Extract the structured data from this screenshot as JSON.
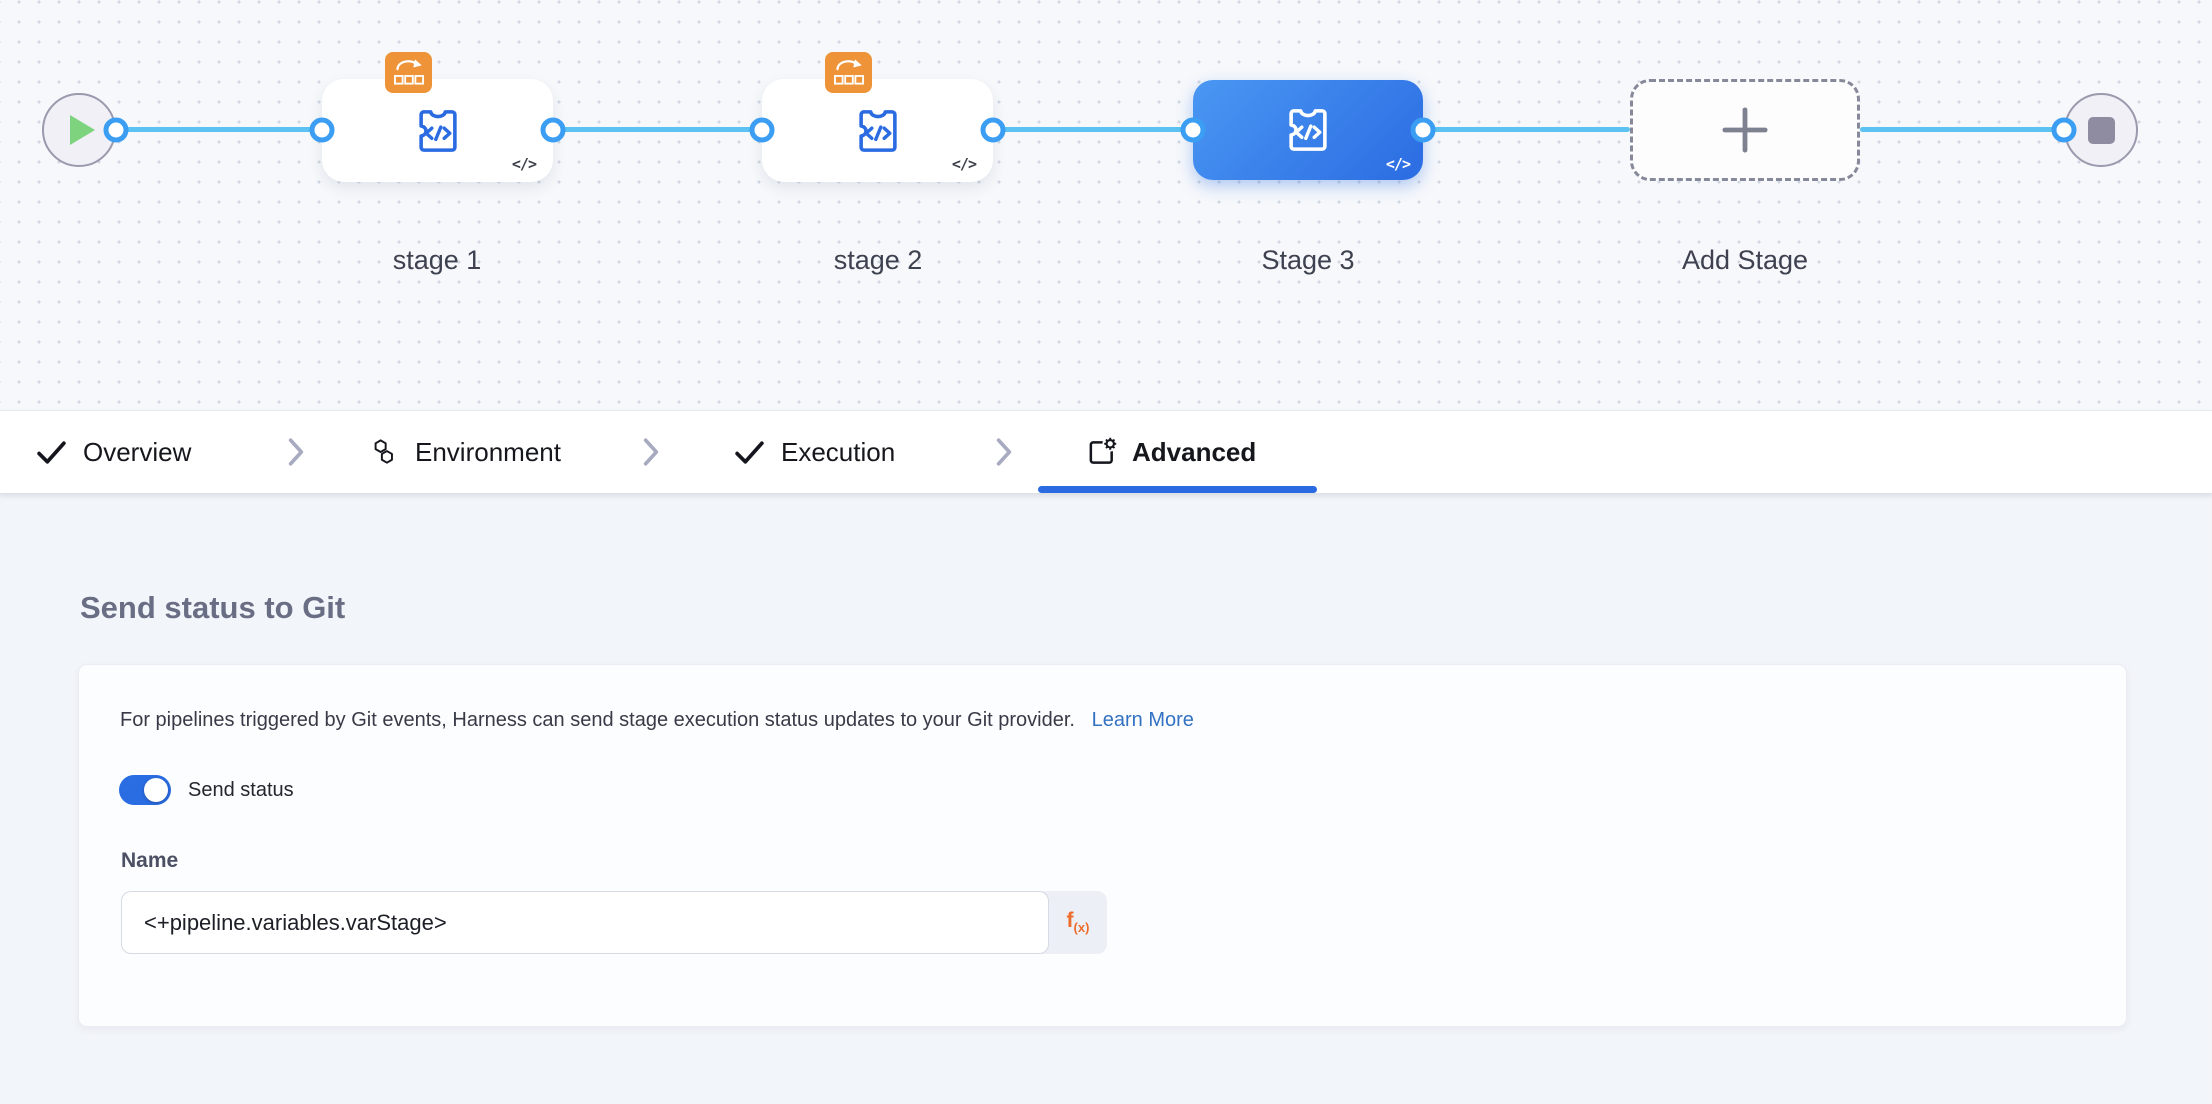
{
  "pipeline": {
    "code_glyph": "</>",
    "stages": [
      {
        "label": "stage 1",
        "kind": "custom",
        "has_badge": true,
        "selected": false
      },
      {
        "label": "stage 2",
        "kind": "custom",
        "has_badge": true,
        "selected": false
      },
      {
        "label": "Stage 3",
        "kind": "custom",
        "has_badge": false,
        "selected": true
      },
      {
        "label": "Add Stage",
        "kind": "add-button"
      }
    ]
  },
  "tabs": {
    "items": [
      {
        "label": "Overview",
        "icon": "check-icon",
        "state": "complete"
      },
      {
        "label": "Environment",
        "icon": "environment-icon",
        "state": "default"
      },
      {
        "label": "Execution",
        "icon": "check-icon",
        "state": "complete"
      },
      {
        "label": "Advanced",
        "icon": "advanced-gear-icon",
        "state": "active"
      }
    ]
  },
  "panel": {
    "heading": "Send status to Git",
    "description": "For pipelines triggered by Git events, Harness can send stage execution status updates to your Git provider.",
    "learn_more_label": "Learn More",
    "toggle": {
      "label": "Send status",
      "on": true
    },
    "name": {
      "label": "Name",
      "value": "<+pipeline.variables.varStage>"
    },
    "fx": {
      "base": "f",
      "sub": "(x)"
    }
  },
  "icons": {
    "play": "triangle-right",
    "stop": "square",
    "plus": "+",
    "check": "checkmark",
    "chevron_separator": ">",
    "environment": "two-hexagons",
    "advanced": "panel-with-gear",
    "stage_type": "puzzle-code-tee",
    "badge": "rollback-arrow-over-squares",
    "expression": "f(x)"
  },
  "colors": {
    "accent_blue": "#2a6be2",
    "connector_line": "#5bc2f1",
    "port_ring": "#3b9ef3",
    "selected_gradient_start": "#4a97f3",
    "selected_gradient_end": "#2b6ce2",
    "badge_orange": "#ee9338",
    "expression_orange": "#ed6c2c",
    "link_blue": "#3371c3",
    "play_green": "#7ed47e",
    "canvas_bg": "#f6f8fb",
    "content_bg": "#f2f5f9"
  }
}
